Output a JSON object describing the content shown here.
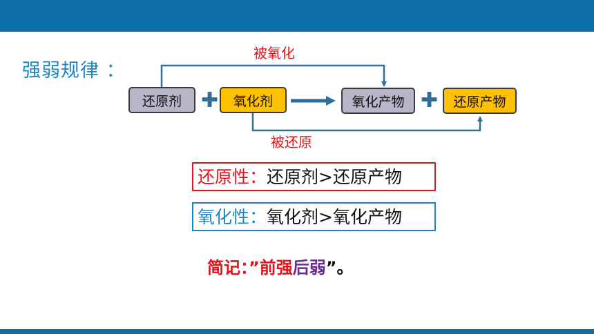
{
  "heading": "强弱规律 ：",
  "equation": {
    "reducing_agent": "还原剂",
    "oxidizing_agent": "氧化剂",
    "oxidation_product": "氧化产物",
    "reduction_product": "还原产物",
    "plus": "✚"
  },
  "annotations": {
    "oxidized": "被氧化",
    "reduced": "被还原"
  },
  "rules": {
    "reducibility": {
      "label": "还原性：",
      "text": "还原剂>还原产物"
    },
    "oxidizability": {
      "label": "氧化性：",
      "text": "氧化剂>氧化产物"
    }
  },
  "mnemonic": {
    "prefix": "简记：”",
    "front_strong": "前强",
    "back_weak": "后弱",
    "suffix": "”。"
  },
  "colors": {
    "banner": "#0E6FA8",
    "heading": "#1B86C6",
    "reducer_box": "#B9B4C8",
    "oxidizer_box": "#FFC000",
    "annotation_red": "#E8101A",
    "arrow": "#2F6E9B",
    "weak_purple": "#6B2C91"
  }
}
